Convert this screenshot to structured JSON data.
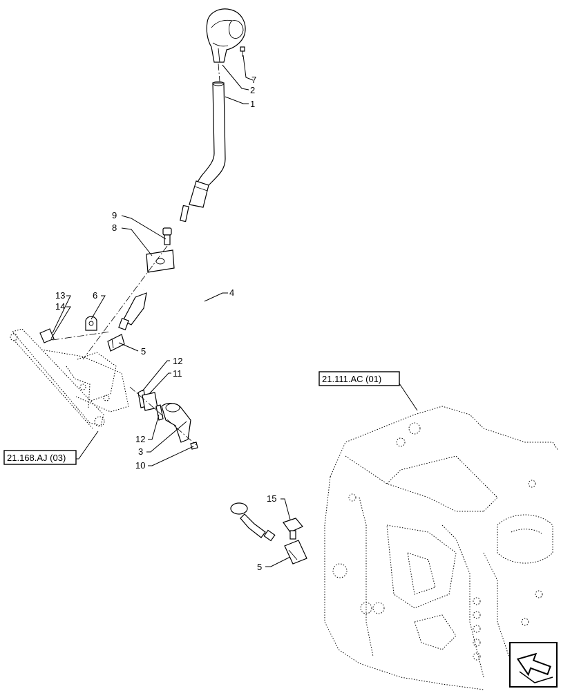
{
  "callouts": {
    "c7": "7",
    "c2": "2",
    "c1": "1",
    "c9": "9",
    "c8": "8",
    "c4": "4",
    "c13": "13",
    "c14": "14",
    "c6": "6",
    "c5a": "5",
    "c12a": "12",
    "c11": "11",
    "c12b": "12",
    "c3": "3",
    "c10": "10",
    "c15": "15",
    "c5b": "5"
  },
  "references": {
    "transmission_ref": "21.111.AC (01)",
    "bracket_ref": "21.168.AJ (03)"
  },
  "icons": {
    "nav": "next-page-arrow-icon"
  }
}
